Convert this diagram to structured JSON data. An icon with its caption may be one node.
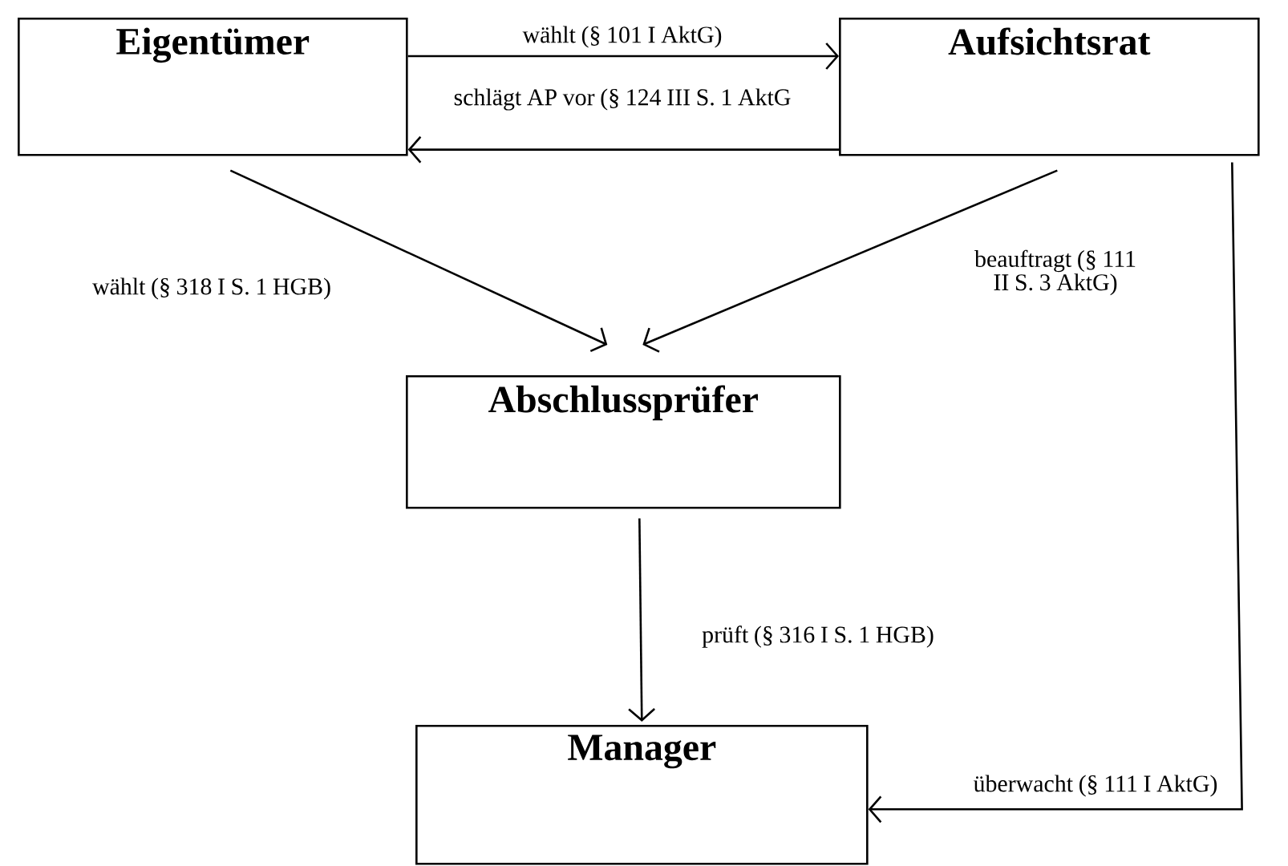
{
  "diagram": {
    "nodes": [
      {
        "text": [
          "Eigentümer"
        ]
      },
      {
        "text": [
          "Aufsichtsrat"
        ]
      },
      {
        "text": [
          "Abschlussprüfer"
        ]
      },
      {
        "text": [
          "Manager"
        ]
      }
    ],
    "edges": [
      {
        "from": 0,
        "to": 1,
        "arrow": "to",
        "label": "wählt (§ 101 I AktG)"
      },
      {
        "from": 1,
        "to": 0,
        "arrow": "to",
        "label": "schlägt AP vor (§ 124 III S. 1 AktG"
      },
      {
        "from": 0,
        "to": 2,
        "arrow": "to",
        "label": "wählt (§ 318 I S. 1 HGB)"
      },
      {
        "from": 1,
        "to": 2,
        "arrow": "to",
        "label": "beauftragt (§ 111 II S. 3 AktG)"
      },
      {
        "from": 2,
        "to": 3,
        "arrow": "to",
        "label": "prüft (§ 316 I S. 1 HGB)"
      },
      {
        "from": 1,
        "to": 3,
        "arrow": "to",
        "label": "überwacht (§ 111 I AktG)"
      }
    ]
  }
}
